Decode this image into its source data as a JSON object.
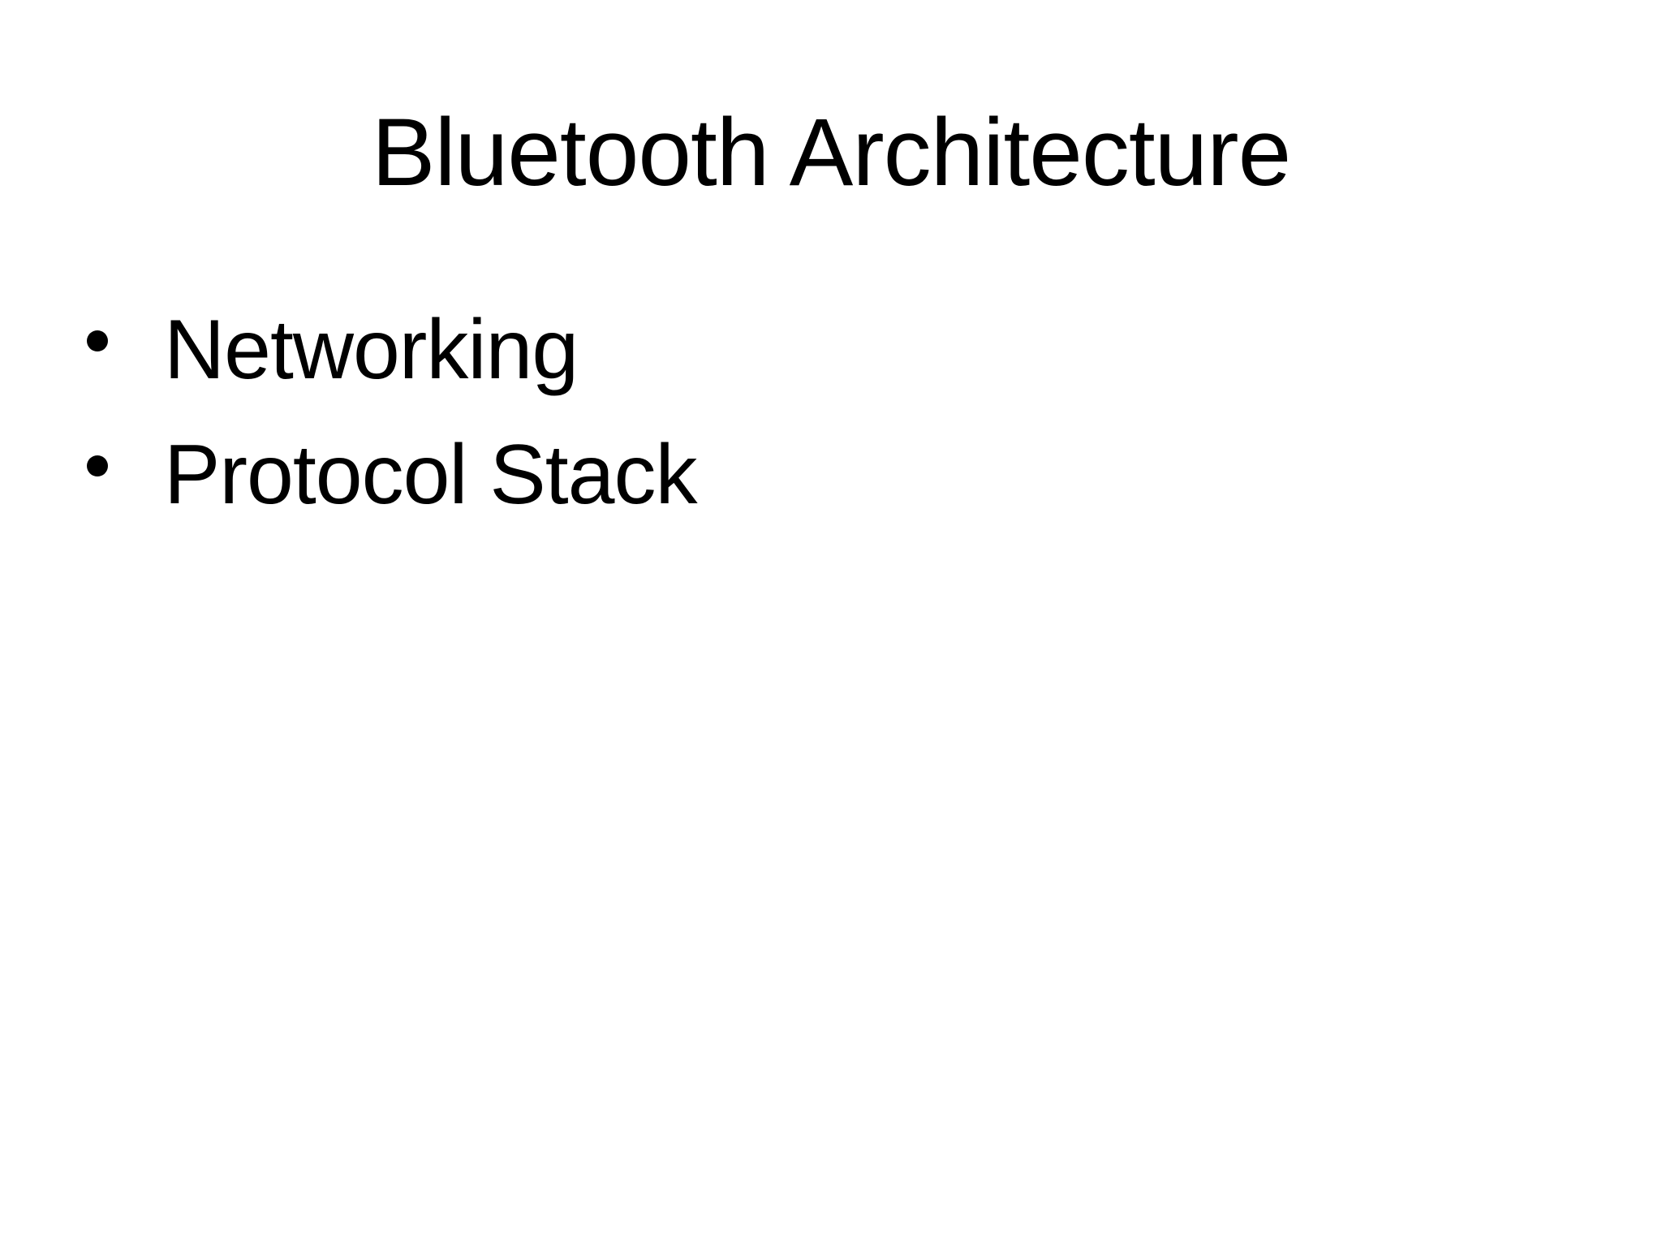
{
  "slide": {
    "title": "Bluetooth Architecture",
    "bullets": [
      {
        "text": "Networking",
        "icon": "bullet-dot-icon"
      },
      {
        "text": "Protocol Stack",
        "icon": "bullet-dot-icon"
      }
    ],
    "colors": {
      "background": "#ffffff",
      "text": "#000000"
    }
  }
}
